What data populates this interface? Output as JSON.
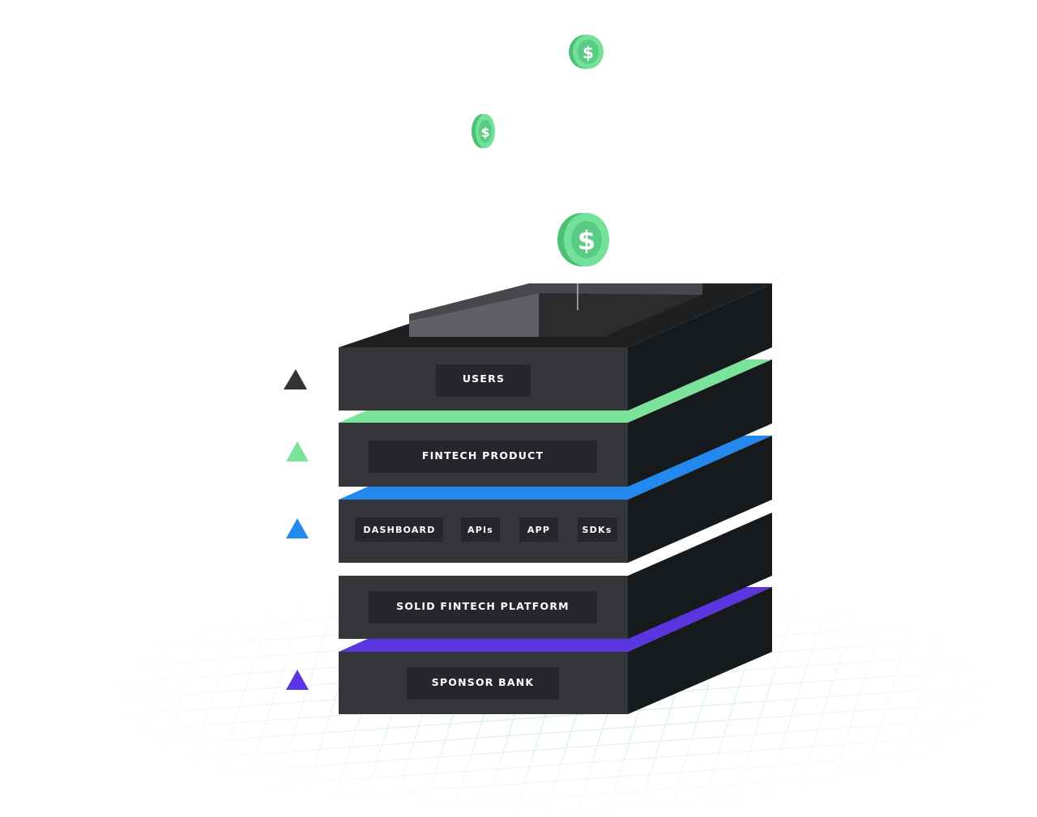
{
  "layers": [
    {
      "id": "users",
      "label": "USERS",
      "marker_color": "#333333"
    },
    {
      "id": "fintech-product",
      "label": "FINTECH PRODUCT",
      "marker_color": "#7be39a",
      "separator_color": "#7be39a"
    },
    {
      "id": "channels",
      "items": [
        "DASHBOARD",
        "APIs",
        "APP",
        "SDKs"
      ],
      "marker_color": "#2489ee",
      "separator_color": "#2489ee"
    },
    {
      "id": "platform",
      "label": "SOLID FINTECH PLATFORM"
    },
    {
      "id": "sponsor-bank",
      "label": "SPONSOR BANK",
      "marker_color": "#5b35e0",
      "separator_color": "#5b35e0"
    }
  ],
  "coins": {
    "symbol": "$",
    "color": "#6ed98f",
    "count": 3
  },
  "colors": {
    "block_front": "#34363a",
    "block_side": "#171a1d",
    "block_top": "#232426",
    "label_box": "#25272a",
    "grid": "#c8ecd2"
  }
}
